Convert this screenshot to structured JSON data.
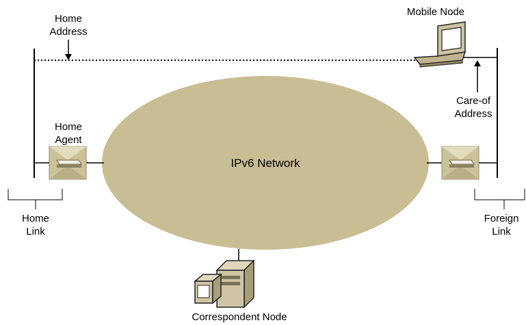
{
  "labels": {
    "home_address": [
      "Home",
      "Address"
    ],
    "mobile_node": "Mobile Node",
    "care_of_address": [
      "Care-of",
      "Address"
    ],
    "home_agent": [
      "Home",
      "Agent"
    ],
    "network": "IPv6 Network",
    "home_link": [
      "Home",
      "Link"
    ],
    "foreign_link": [
      "Foreign",
      "Link"
    ],
    "correspondent_node": "Correspondent Node"
  },
  "colors": {
    "network_fill": "#c9bd93",
    "router_fill": "#cbc29a",
    "router_face": "#e8e3c8",
    "laptop_fill": "#cdc3a1",
    "server_fill": "#cfc5a4",
    "line": "#000000"
  },
  "icons": {
    "router_left": "router-icon",
    "router_right": "router-icon",
    "mobile_node": "laptop-icon",
    "correspondent_node": "server-icon"
  }
}
